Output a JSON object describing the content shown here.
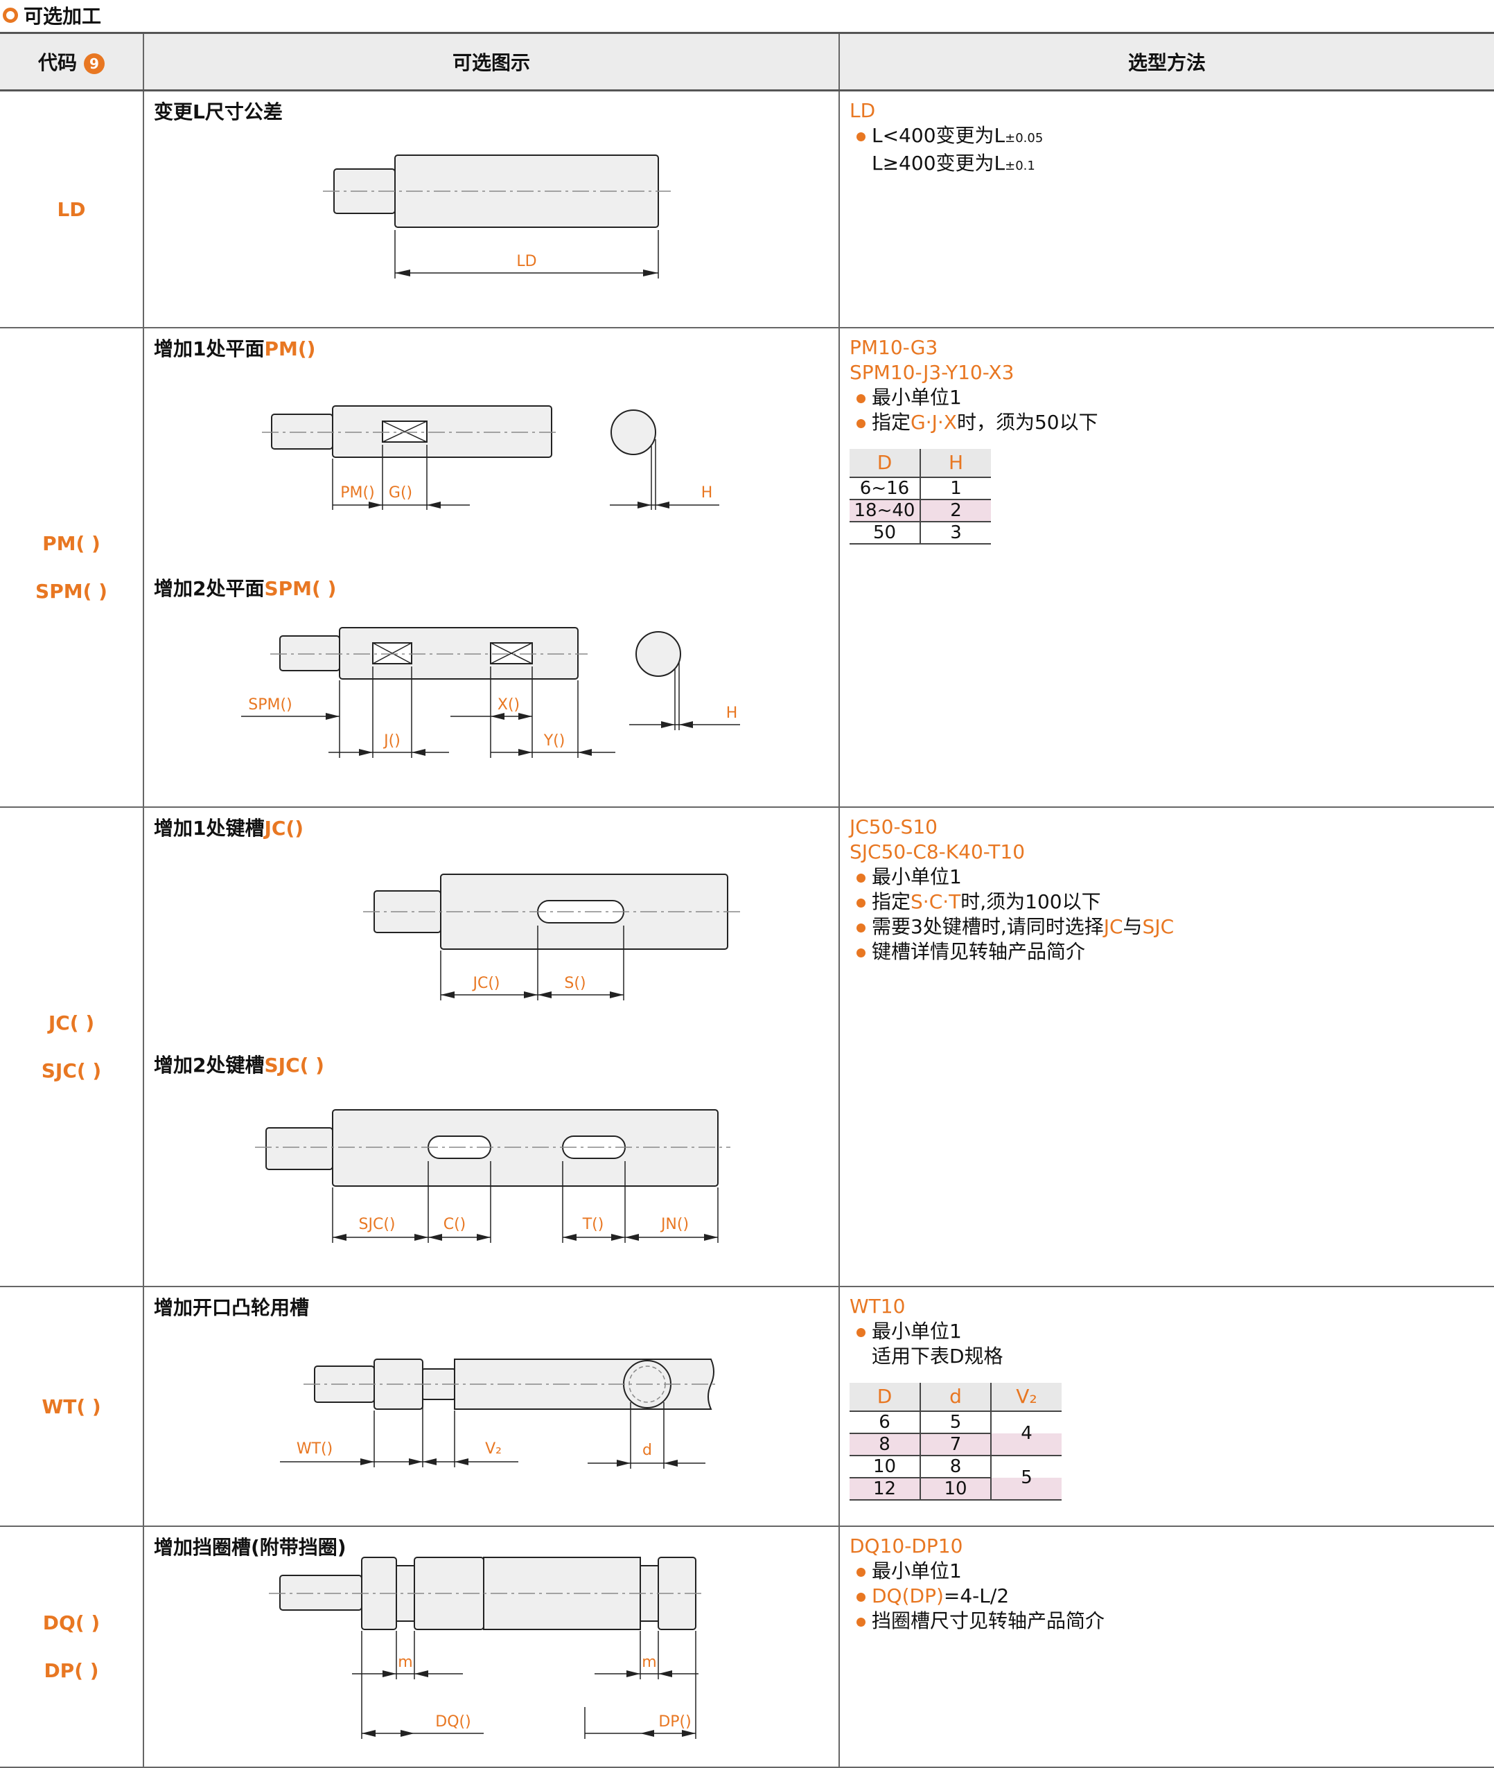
{
  "header": {
    "title": "可选加工"
  },
  "table": {
    "col_code": "代码",
    "col_code_badge": "9",
    "col_fig": "可选图示",
    "col_method": "选型方法"
  },
  "rows": [
    {
      "codes": [
        "LD"
      ],
      "figs": [
        {
          "title": "变更L尺寸公差"
        }
      ],
      "labels": [
        "LD"
      ],
      "method": {
        "codes": [
          "LD"
        ],
        "line1": "L<400变更为L",
        "line1_sub": "±0.05",
        "line2": "L≥400变更为L",
        "line2_sub": "±0.1"
      }
    },
    {
      "codes": [
        "PM( )",
        "SPM( )"
      ],
      "figs": [
        {
          "title": "增加1处平面",
          "title_code": "PM()"
        },
        {
          "title": "增加2处平面",
          "title_code": "SPM( )"
        }
      ],
      "labels": [
        "PM()",
        "G()",
        "H",
        "SPM()",
        "J()",
        "X()",
        "Y()",
        "H"
      ],
      "method": {
        "codes": [
          "PM10-G3",
          "SPM10-J3-Y10-X3"
        ],
        "b1": "最小单位1",
        "b2_pre": "指定",
        "b2_code": "G·J·X",
        "b2_post": "时，须为50以下",
        "table_head": [
          "D",
          "H"
        ],
        "table_rows": [
          [
            "6~16",
            "1"
          ],
          [
            "18~40",
            "2"
          ],
          [
            "50",
            "3"
          ]
        ]
      }
    },
    {
      "codes": [
        "JC( )",
        "SJC( )"
      ],
      "figs": [
        {
          "title": "增加1处键槽",
          "title_code": "JC()"
        },
        {
          "title": "增加2处键槽",
          "title_code": "SJC( )"
        }
      ],
      "labels": [
        "JC()",
        "S()",
        "SJC()",
        "C()",
        "T()",
        "JN()"
      ],
      "method": {
        "codes": [
          "JC50-S10",
          "SJC50-C8-K40-T10"
        ],
        "b1": "最小单位1",
        "b2_pre": "指定",
        "b2_code": "S·C·T",
        "b2_post": "时,须为100以下",
        "b3_pre": "需要3处键槽时,请同时选择",
        "b3_code1": "JC",
        "b3_mid": "与",
        "b3_code2": "SJC",
        "b4": "键槽详情见转轴产品简介"
      }
    },
    {
      "codes": [
        "WT( )"
      ],
      "figs": [
        {
          "title": "增加开口凸轮用槽"
        }
      ],
      "labels": [
        "WT()",
        "V₂",
        "d"
      ],
      "method": {
        "codes": [
          "WT10"
        ],
        "b1": "最小单位1",
        "b1_cont": "适用下表D规格",
        "table_head": [
          "D",
          "d",
          "V₂"
        ],
        "table_rows": [
          [
            "6",
            "5"
          ],
          [
            "8",
            "7"
          ],
          [
            "10",
            "8"
          ],
          [
            "12",
            "10"
          ]
        ],
        "table_v": [
          "4",
          "5"
        ]
      }
    },
    {
      "codes": [
        "DQ( )",
        "DP( )"
      ],
      "figs": [
        {
          "title": "增加挡圈槽(附带挡圈)"
        }
      ],
      "labels": [
        "m",
        "m",
        "DQ()",
        "DP()"
      ],
      "method": {
        "codes": [
          "DQ10-DP10"
        ],
        "b1": "最小单位1",
        "b2_code": "DQ(DP)",
        "b2_post": "=4-L/2",
        "b3": "挡圈槽尺寸见转轴产品简介"
      }
    }
  ]
}
